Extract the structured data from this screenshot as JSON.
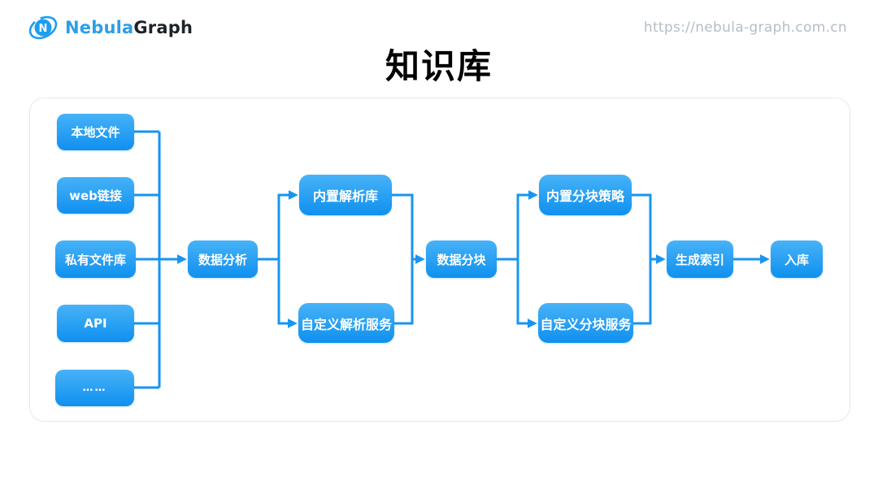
{
  "header": {
    "logo": {
      "icon": "nebula-orbit-icon",
      "brand_first": "Nebula",
      "brand_second": "Graph"
    },
    "url": "https://nebula-graph.com.cn"
  },
  "title": "知识库",
  "colors": {
    "node_gradient_top": "#47b2f7",
    "node_gradient_bottom": "#0f90ef",
    "connector": "#1795f0",
    "brand_blue": "#2b9fe8",
    "brand_dark": "#1f2328",
    "url_gray": "#b6bdc4",
    "panel_border": "#e4e8ec"
  },
  "diagram": {
    "nodes": [
      {
        "id": "local-files",
        "label": "本地文件"
      },
      {
        "id": "web-links",
        "label": "web链接"
      },
      {
        "id": "private-library",
        "label": "私有文件库"
      },
      {
        "id": "api",
        "label": "API"
      },
      {
        "id": "more-sources",
        "label": "……"
      },
      {
        "id": "data-analysis",
        "label": "数据分析"
      },
      {
        "id": "builtin-parser",
        "label": "内置解析库"
      },
      {
        "id": "custom-parser-service",
        "label": "自定义解析服务"
      },
      {
        "id": "data-chunking",
        "label": "数据分块"
      },
      {
        "id": "builtin-chunk-strategy",
        "label": "内置分块策略"
      },
      {
        "id": "custom-chunk-service",
        "label": "自定义分块服务"
      },
      {
        "id": "generate-index",
        "label": "生成索引"
      },
      {
        "id": "into-storage",
        "label": "入库"
      }
    ],
    "edges": [
      {
        "from": "local-files",
        "to": "data-analysis"
      },
      {
        "from": "web-links",
        "to": "data-analysis"
      },
      {
        "from": "private-library",
        "to": "data-analysis"
      },
      {
        "from": "api",
        "to": "data-analysis"
      },
      {
        "from": "more-sources",
        "to": "data-analysis"
      },
      {
        "from": "data-analysis",
        "to": "builtin-parser"
      },
      {
        "from": "data-analysis",
        "to": "custom-parser-service"
      },
      {
        "from": "builtin-parser",
        "to": "data-chunking"
      },
      {
        "from": "custom-parser-service",
        "to": "data-chunking"
      },
      {
        "from": "data-chunking",
        "to": "builtin-chunk-strategy"
      },
      {
        "from": "data-chunking",
        "to": "custom-chunk-service"
      },
      {
        "from": "builtin-chunk-strategy",
        "to": "generate-index"
      },
      {
        "from": "custom-chunk-service",
        "to": "generate-index"
      },
      {
        "from": "generate-index",
        "to": "into-storage"
      }
    ]
  }
}
